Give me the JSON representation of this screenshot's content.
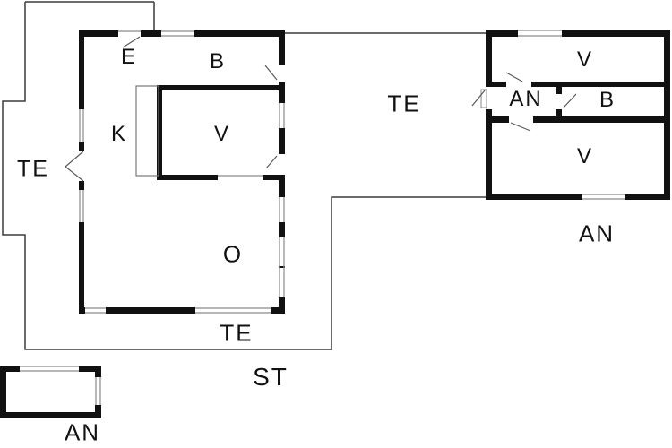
{
  "diagram_type": "architectural floor plan",
  "colors": {
    "background": "#ffffff",
    "walls": "#111111",
    "thin_outline": "#3c3c3c",
    "window_frame": "#8a8a8a",
    "door_swing": "#5a5a5a",
    "text": "#111111"
  },
  "main_house": {
    "rooms": {
      "entrance": "E",
      "bathroom": "B",
      "kitchen": "K",
      "bedroom": "V",
      "living_room": "O"
    }
  },
  "annex": {
    "rooms": {
      "room_top": "V",
      "hall": "AN",
      "bathroom": "B",
      "room_bottom": "V"
    },
    "caption": "AN"
  },
  "outbuilding": {
    "caption": "AN"
  },
  "outdoor": {
    "terrace_west": "TE",
    "terrace_center": "TE",
    "terrace_south": "TE",
    "site": "ST"
  }
}
